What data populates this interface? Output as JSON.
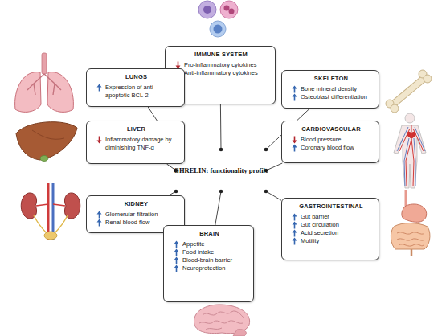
{
  "diagram": {
    "nodes": [
      {
        "text": [
          "IMMUNE SYSTEM",
          "Pro-inflammatory cytokines",
          "Anti-inflammatory cytokines"
        ]
      },
      {
        "text": [
          "LUNGS",
          "Expression of anti-apoptotic BCL-2"
        ]
      },
      {
        "text": [
          "SKELETON",
          "Bone mineral density",
          "Osteoblast differentiation"
        ]
      },
      {
        "text": [
          "LIVER",
          "Inflammatory damage by diminishing TNF-α"
        ]
      },
      {
        "text": [
          "GHRELIN: functionality profile"
        ]
      },
      {
        "text": [
          "CARDIOVASCULAR",
          "Blood pressure",
          "Coronary blood flow"
        ]
      },
      {
        "text": [
          "KIDNEY",
          "Glomerular filtration",
          "Renal blood flow"
        ]
      },
      {
        "text": [
          "BRAIN",
          "Appetite",
          "Food intake",
          "Blood-brain barrier",
          "Neuroprotection"
        ]
      },
      {
        "text": [
          "GASTROINTESTINAL",
          "Gut barrier",
          "Gut circulation",
          "Acid secretion",
          "Motility"
        ]
      }
    ],
    "edges": [
      {
        "from": 0,
        "to": 4,
        "arrow": "none"
      },
      {
        "from": 1,
        "to": 4,
        "arrow": "none"
      },
      {
        "from": 2,
        "to": 4,
        "arrow": "none"
      },
      {
        "from": 3,
        "to": 4,
        "arrow": "none"
      },
      {
        "from": 5,
        "to": 4,
        "arrow": "none"
      },
      {
        "from": 6,
        "to": 4,
        "arrow": "none"
      },
      {
        "from": 7,
        "to": 4,
        "arrow": "none"
      },
      {
        "from": 8,
        "to": 4,
        "arrow": "none"
      }
    ]
  }
}
